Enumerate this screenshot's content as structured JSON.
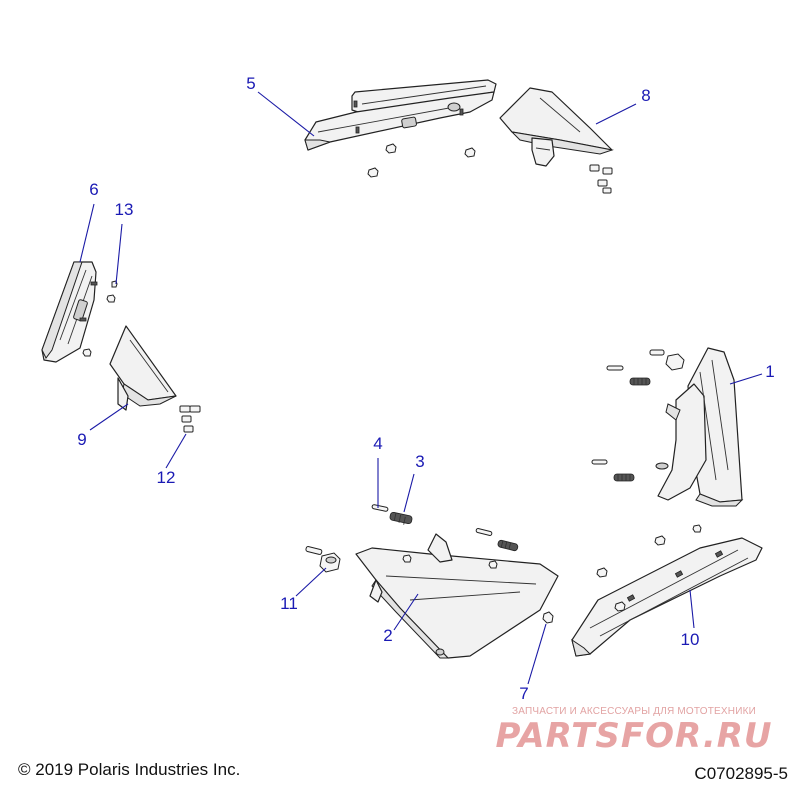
{
  "diagram": {
    "callouts": [
      {
        "id": "1",
        "label": "1"
      },
      {
        "id": "2",
        "label": "2"
      },
      {
        "id": "3",
        "label": "3"
      },
      {
        "id": "4",
        "label": "4"
      },
      {
        "id": "5",
        "label": "5"
      },
      {
        "id": "6",
        "label": "6"
      },
      {
        "id": "7",
        "label": "7"
      },
      {
        "id": "8",
        "label": "8"
      },
      {
        "id": "9",
        "label": "9"
      },
      {
        "id": "10",
        "label": "10"
      },
      {
        "id": "11",
        "label": "11"
      },
      {
        "id": "12",
        "label": "12"
      },
      {
        "id": "13",
        "label": "13"
      }
    ],
    "colors": {
      "callout": "#1a1ab4",
      "outline": "#222222",
      "fill": "#f2f2f2",
      "watermark": "#e7a4a4"
    }
  },
  "footer": {
    "copyright": "© 2019 Polaris Industries Inc.",
    "part_number": "C0702895-5"
  },
  "watermark": {
    "tagline": "ЗАПЧАСТИ И АКСЕССУАРЫ ДЛЯ МОТОТЕХНИКИ",
    "brand": "PARTSFOR.RU"
  }
}
